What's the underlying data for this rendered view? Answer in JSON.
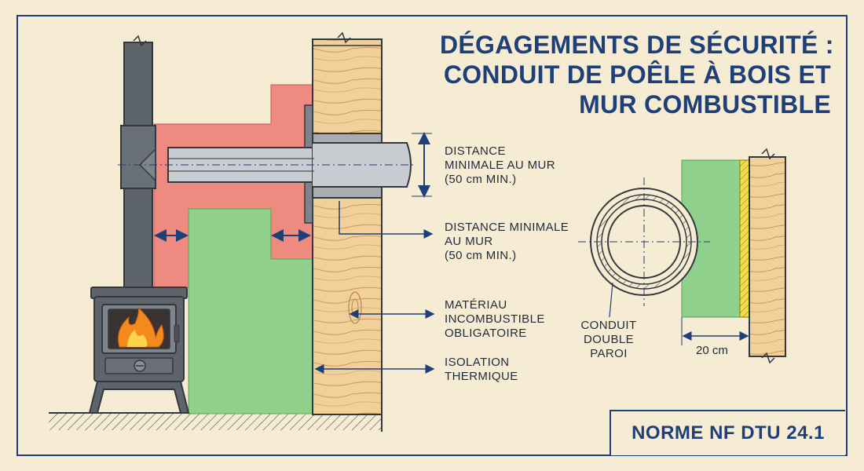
{
  "title": {
    "line1": "DÉGAGEMENTS DE SÉCURITÉ :",
    "line2": "CONDUIT DE POÊLE À BOIS ET",
    "line3": "MUR COMBUSTIBLE"
  },
  "labels": {
    "dist_wall_1": [
      "DISTANCE",
      "MINIMALE AU MUR",
      "(50 cm MIN.)"
    ],
    "dist_wall_2": [
      "DISTANCE MINIMALE",
      "AU MUR",
      "(50 cm MIN.)"
    ],
    "incombustible": [
      "MATÉRIAU",
      "INCOMBUSTIBLE",
      "OBLIGATOIRE"
    ],
    "insulation": [
      "ISOLATION",
      "THERMIQUE"
    ],
    "double_wall": [
      "CONDUIT",
      "DOUBLE",
      "PAROI"
    ],
    "dim_20": "20 cm"
  },
  "norme": "NORME NF DTU 24.1",
  "colors": {
    "background": "#f6ecd4",
    "accent": "#1e3f78",
    "red_zone": "#ef8a80",
    "green_zone": "#8fd08c",
    "wood": "#f1d09a",
    "pipe": "#5e646b",
    "insulation": "#f0df4a",
    "flame": "#f28a1e"
  },
  "icons": [
    "wood-stove-icon",
    "flame-icon"
  ]
}
